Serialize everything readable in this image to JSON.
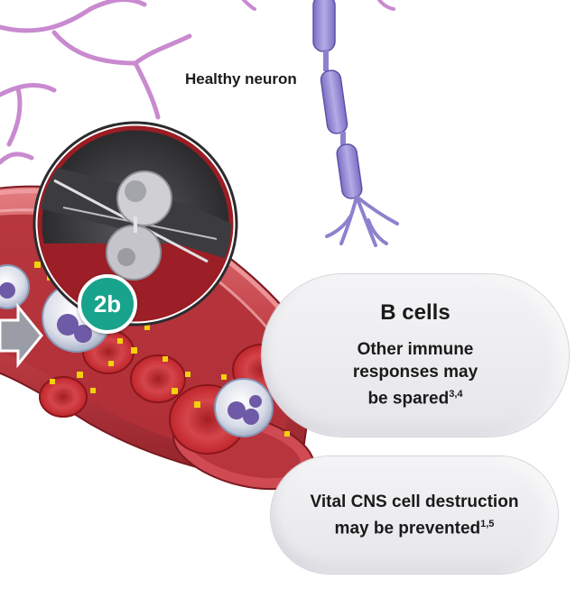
{
  "labels": {
    "neuron": "Healthy neuron",
    "badge": "2b"
  },
  "callouts": [
    {
      "title": "B cells",
      "line1": "Other immune",
      "line2": "responses may",
      "line3": "be spared",
      "ref": "3,4"
    },
    {
      "line1": "Vital CNS cell destruction",
      "line2": "may be prevented",
      "ref": "1,5"
    }
  ],
  "colors": {
    "neuron": "#9a8fd0",
    "dendrite": "#c98ad0",
    "vessel": "#c7414a",
    "badge": "#18a48c",
    "antibody_dots": "#f2d20a"
  }
}
